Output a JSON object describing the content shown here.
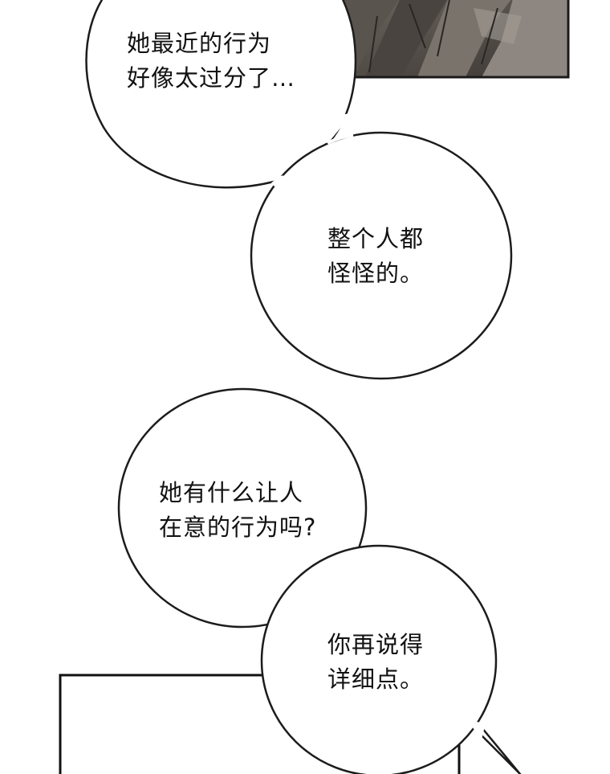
{
  "bubbles": [
    {
      "id": "b1",
      "lines": [
        "她最近的行为",
        "好像太过分了…"
      ]
    },
    {
      "id": "b2",
      "lines": [
        "整个人都",
        "怪怪的。"
      ]
    },
    {
      "id": "b3",
      "lines": [
        "她有什么让人",
        "在意的行为吗?"
      ]
    },
    {
      "id": "b4",
      "lines": [
        "你再说得",
        "详细点。"
      ]
    }
  ],
  "colors": {
    "panel_dark": "#4f4a44",
    "panel_mid": "#6e6760",
    "panel_light": "#8f8a84",
    "panel_border": "#1a1a1a",
    "bubble_fill": "#ffffff",
    "bubble_stroke": "#1c1c1c"
  }
}
